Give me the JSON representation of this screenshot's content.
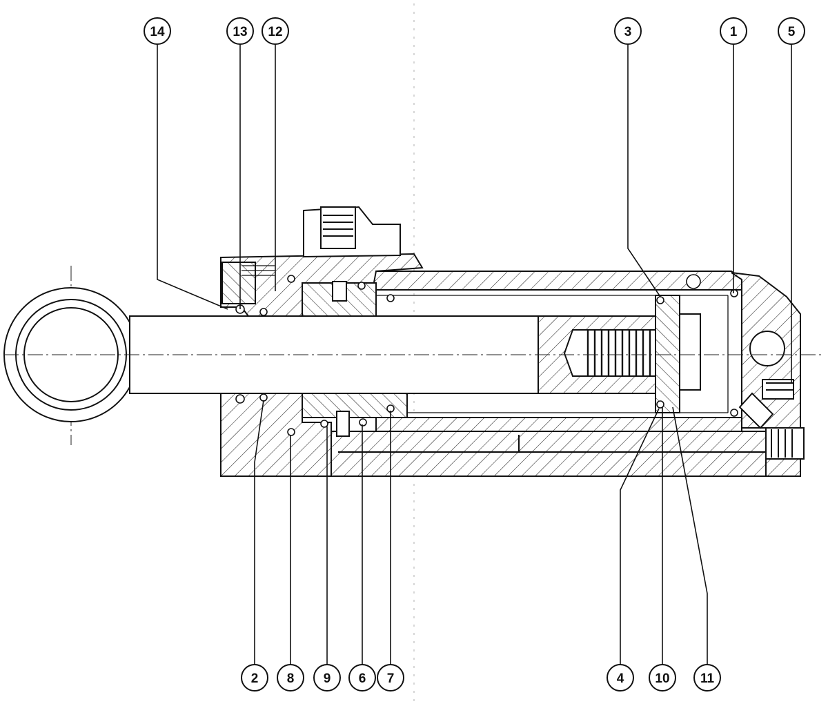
{
  "callouts": [
    {
      "id": "c14",
      "label": "14"
    },
    {
      "id": "c13",
      "label": "13"
    },
    {
      "id": "c12",
      "label": "12"
    },
    {
      "id": "c3",
      "label": "3"
    },
    {
      "id": "c1",
      "label": "1"
    },
    {
      "id": "c5",
      "label": "5"
    },
    {
      "id": "c2",
      "label": "2"
    },
    {
      "id": "c8",
      "label": "8"
    },
    {
      "id": "c9",
      "label": "9"
    },
    {
      "id": "c6",
      "label": "6"
    },
    {
      "id": "c7",
      "label": "7"
    },
    {
      "id": "c4",
      "label": "4"
    },
    {
      "id": "c10",
      "label": "10"
    },
    {
      "id": "c11",
      "label": "11"
    }
  ],
  "colors": {
    "ink": "#111111",
    "paper": "#ffffff"
  }
}
